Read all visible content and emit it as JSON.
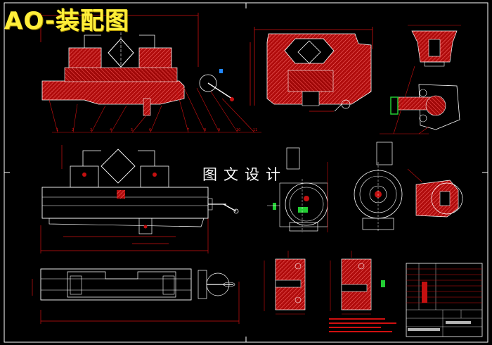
{
  "title": "AO-装配图",
  "center_label": "图文设计",
  "colors": {
    "background": "#000000",
    "outline": "#ffffff",
    "section": "#c41010",
    "hatch": "#ff6666",
    "dimension": "#d01010",
    "title_text": "#ffef3a",
    "accent_green": "#22cc33",
    "accent_blue": "#2288ff"
  },
  "views": [
    {
      "name": "front-section-view"
    },
    {
      "name": "side-section-view"
    },
    {
      "name": "front-elevation-view"
    },
    {
      "name": "top-plan-view"
    },
    {
      "name": "end-elevation-view"
    },
    {
      "name": "detail-views"
    },
    {
      "name": "title-block"
    }
  ]
}
